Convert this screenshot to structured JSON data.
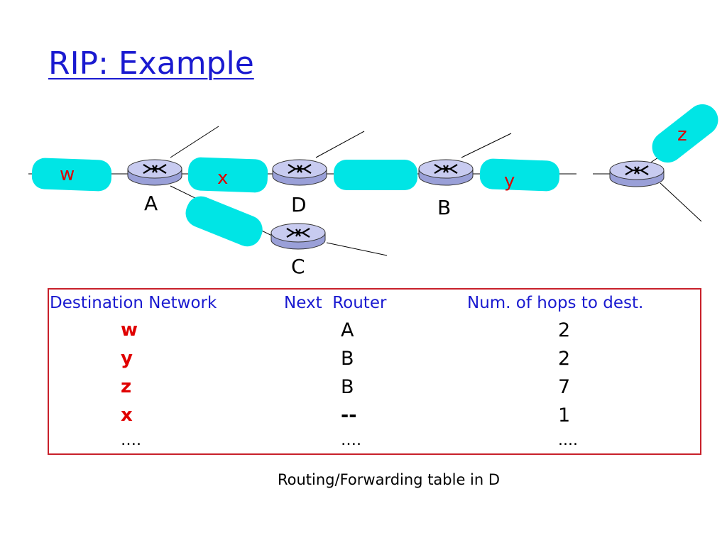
{
  "title": "RIP: Example",
  "diagram": {
    "networks": [
      "w",
      "x",
      "y",
      "z"
    ],
    "routers": [
      "A",
      "D",
      "B",
      "C"
    ],
    "colors": {
      "network_cloud": "#00e5e5",
      "network_label": "#e00000",
      "router_fill": "#b9bde8"
    }
  },
  "table": {
    "headers": [
      "Destination Network",
      "Next  Router",
      "Num. of hops to dest."
    ],
    "rows": [
      {
        "dest": "w",
        "next": "A",
        "hops": "2"
      },
      {
        "dest": "y",
        "next": "B",
        "hops": "2"
      },
      {
        "dest": "z",
        "next": "B",
        "hops": "7"
      },
      {
        "dest": "x",
        "next": "--",
        "hops": "1"
      },
      {
        "dest": "….",
        "next": "….",
        "hops": "...."
      }
    ],
    "border_color": "#c8202a",
    "header_color": "#1a1ad0"
  },
  "caption": "Routing/Forwarding table in D"
}
